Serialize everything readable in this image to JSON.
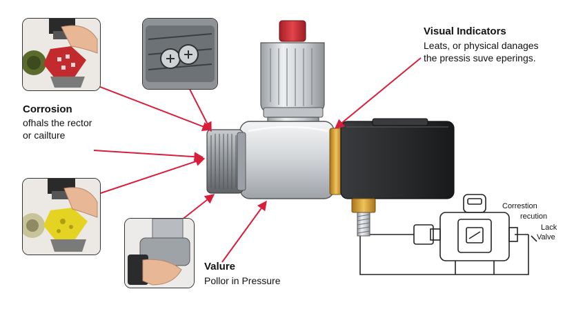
{
  "labels": {
    "visual_title": "Visual Indicators",
    "visual_line1": "Leats, or physical danages",
    "visual_line2": "the pressis suve eperings.",
    "corrosion_title": "Corrosion",
    "corrosion_line1": "ofhals the rector",
    "corrosion_line2": "or cailture",
    "valure_title": "Valure",
    "valure_line1": "Pollor in Pressure",
    "schematic_line1": "Correstion",
    "schematic_line2": "recution",
    "schematic_line3": "Lack",
    "schematic_line4": "Valve"
  },
  "colors": {
    "arrow": "#d81e3a",
    "valve_body": "#cfd2d5",
    "solenoid": "#2b2c2e",
    "brass": "#d7a22a",
    "cap": "#c92b33"
  },
  "icons": [
    "valve-illustration",
    "solenoid-coil",
    "schematic-valve"
  ]
}
